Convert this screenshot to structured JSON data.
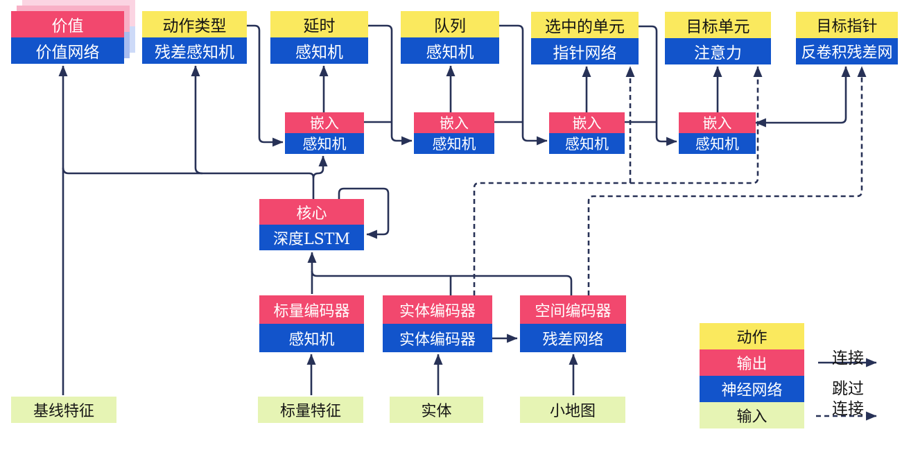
{
  "diagram": {
    "title_semantics": "agent network architecture diagram",
    "heads": [
      {
        "id": "value",
        "action": "价值",
        "network": "价值网络"
      },
      {
        "id": "action-type",
        "action": "动作类型",
        "network": "残差感知机"
      },
      {
        "id": "delay",
        "action": "延时",
        "network": "感知机"
      },
      {
        "id": "queue",
        "action": "队列",
        "network": "感知机"
      },
      {
        "id": "selected-units",
        "action": "选中的单元",
        "network": "指针网络"
      },
      {
        "id": "target-unit",
        "action": "目标单元",
        "network": "注意力"
      },
      {
        "id": "target-pointer",
        "action": "目标指针",
        "network": "反卷积残差网"
      }
    ],
    "embeddings": [
      {
        "output": "嵌入",
        "network": "感知机"
      },
      {
        "output": "嵌入",
        "network": "感知机"
      },
      {
        "output": "嵌入",
        "network": "感知机"
      },
      {
        "output": "嵌入",
        "network": "感知机"
      }
    ],
    "core": {
      "output": "核心",
      "network": "深度LSTM"
    },
    "encoders": [
      {
        "output": "标量编码器",
        "network": "感知机"
      },
      {
        "output": "实体编码器",
        "network": "实体编码器"
      },
      {
        "output": "空间编码器",
        "network": "残差网络"
      }
    ],
    "inputs": [
      {
        "label": "基线特征"
      },
      {
        "label": "标量特征"
      },
      {
        "label": "实体"
      },
      {
        "label": "小地图"
      }
    ],
    "legend": {
      "rows": [
        {
          "label": "动作",
          "type": "action"
        },
        {
          "label": "输出",
          "type": "output"
        },
        {
          "label": "神经网络",
          "type": "network"
        },
        {
          "label": "输入",
          "type": "input"
        }
      ],
      "solid_arrow_label": "连接",
      "dashed_arrow_label_line1": "跳过",
      "dashed_arrow_label_line2": "连接"
    },
    "colors": {
      "action_yellow": "#fae95e",
      "output_red": "#f2486e",
      "network_blue": "#1254cb",
      "input_green": "#e6f4b4",
      "wire_navy": "#273156",
      "value_shadow_pink_near": "#f8b0c6",
      "value_shadow_pink_far": "#fbd4e2",
      "value_shadow_blue_near": "#a8bdf0",
      "value_shadow_blue_far": "#cddaf8"
    }
  }
}
